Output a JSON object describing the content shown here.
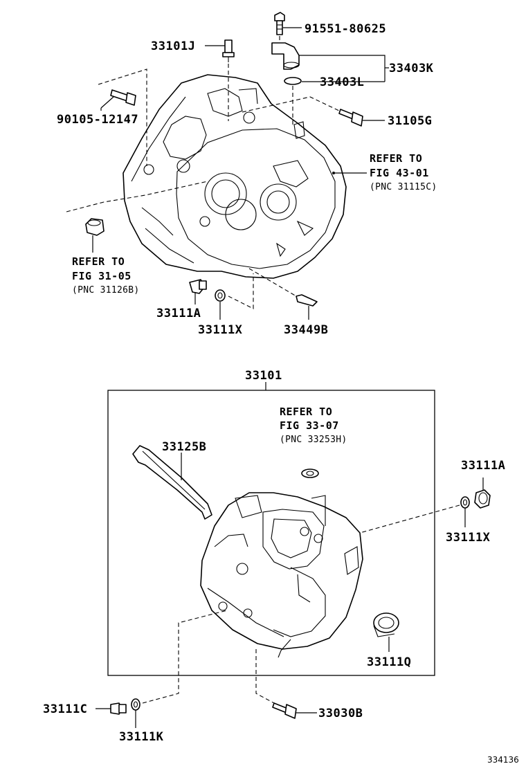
{
  "labels": {
    "p91551": "91551-80625",
    "p33101J": "33101J",
    "p33403K": "33403K",
    "p33403L": "33403L",
    "p90105": "90105-12147",
    "p31105G": "31105G",
    "p33111A_top": "33111A",
    "p33111X_top": "33111X",
    "p33449B": "33449B",
    "p33101": "33101",
    "p33125B": "33125B",
    "p33111A_bot": "33111A",
    "p33111X_bot": "33111X",
    "p33111Q": "33111Q",
    "p33111C": "33111C",
    "p33111K": "33111K",
    "p33030B": "33030B"
  },
  "refs": {
    "r43": {
      "line1": "REFER TO",
      "line2": "FIG 43-01",
      "line3": "(PNC 31115C)"
    },
    "r31": {
      "line1": "REFER TO",
      "line2": "FIG 31-05",
      "line3": "(PNC 31126B)"
    },
    "r33": {
      "line1": "REFER TO",
      "line2": "FIG 33-07",
      "line3": "(PNC 33253H)"
    }
  },
  "figure_id": "334136"
}
